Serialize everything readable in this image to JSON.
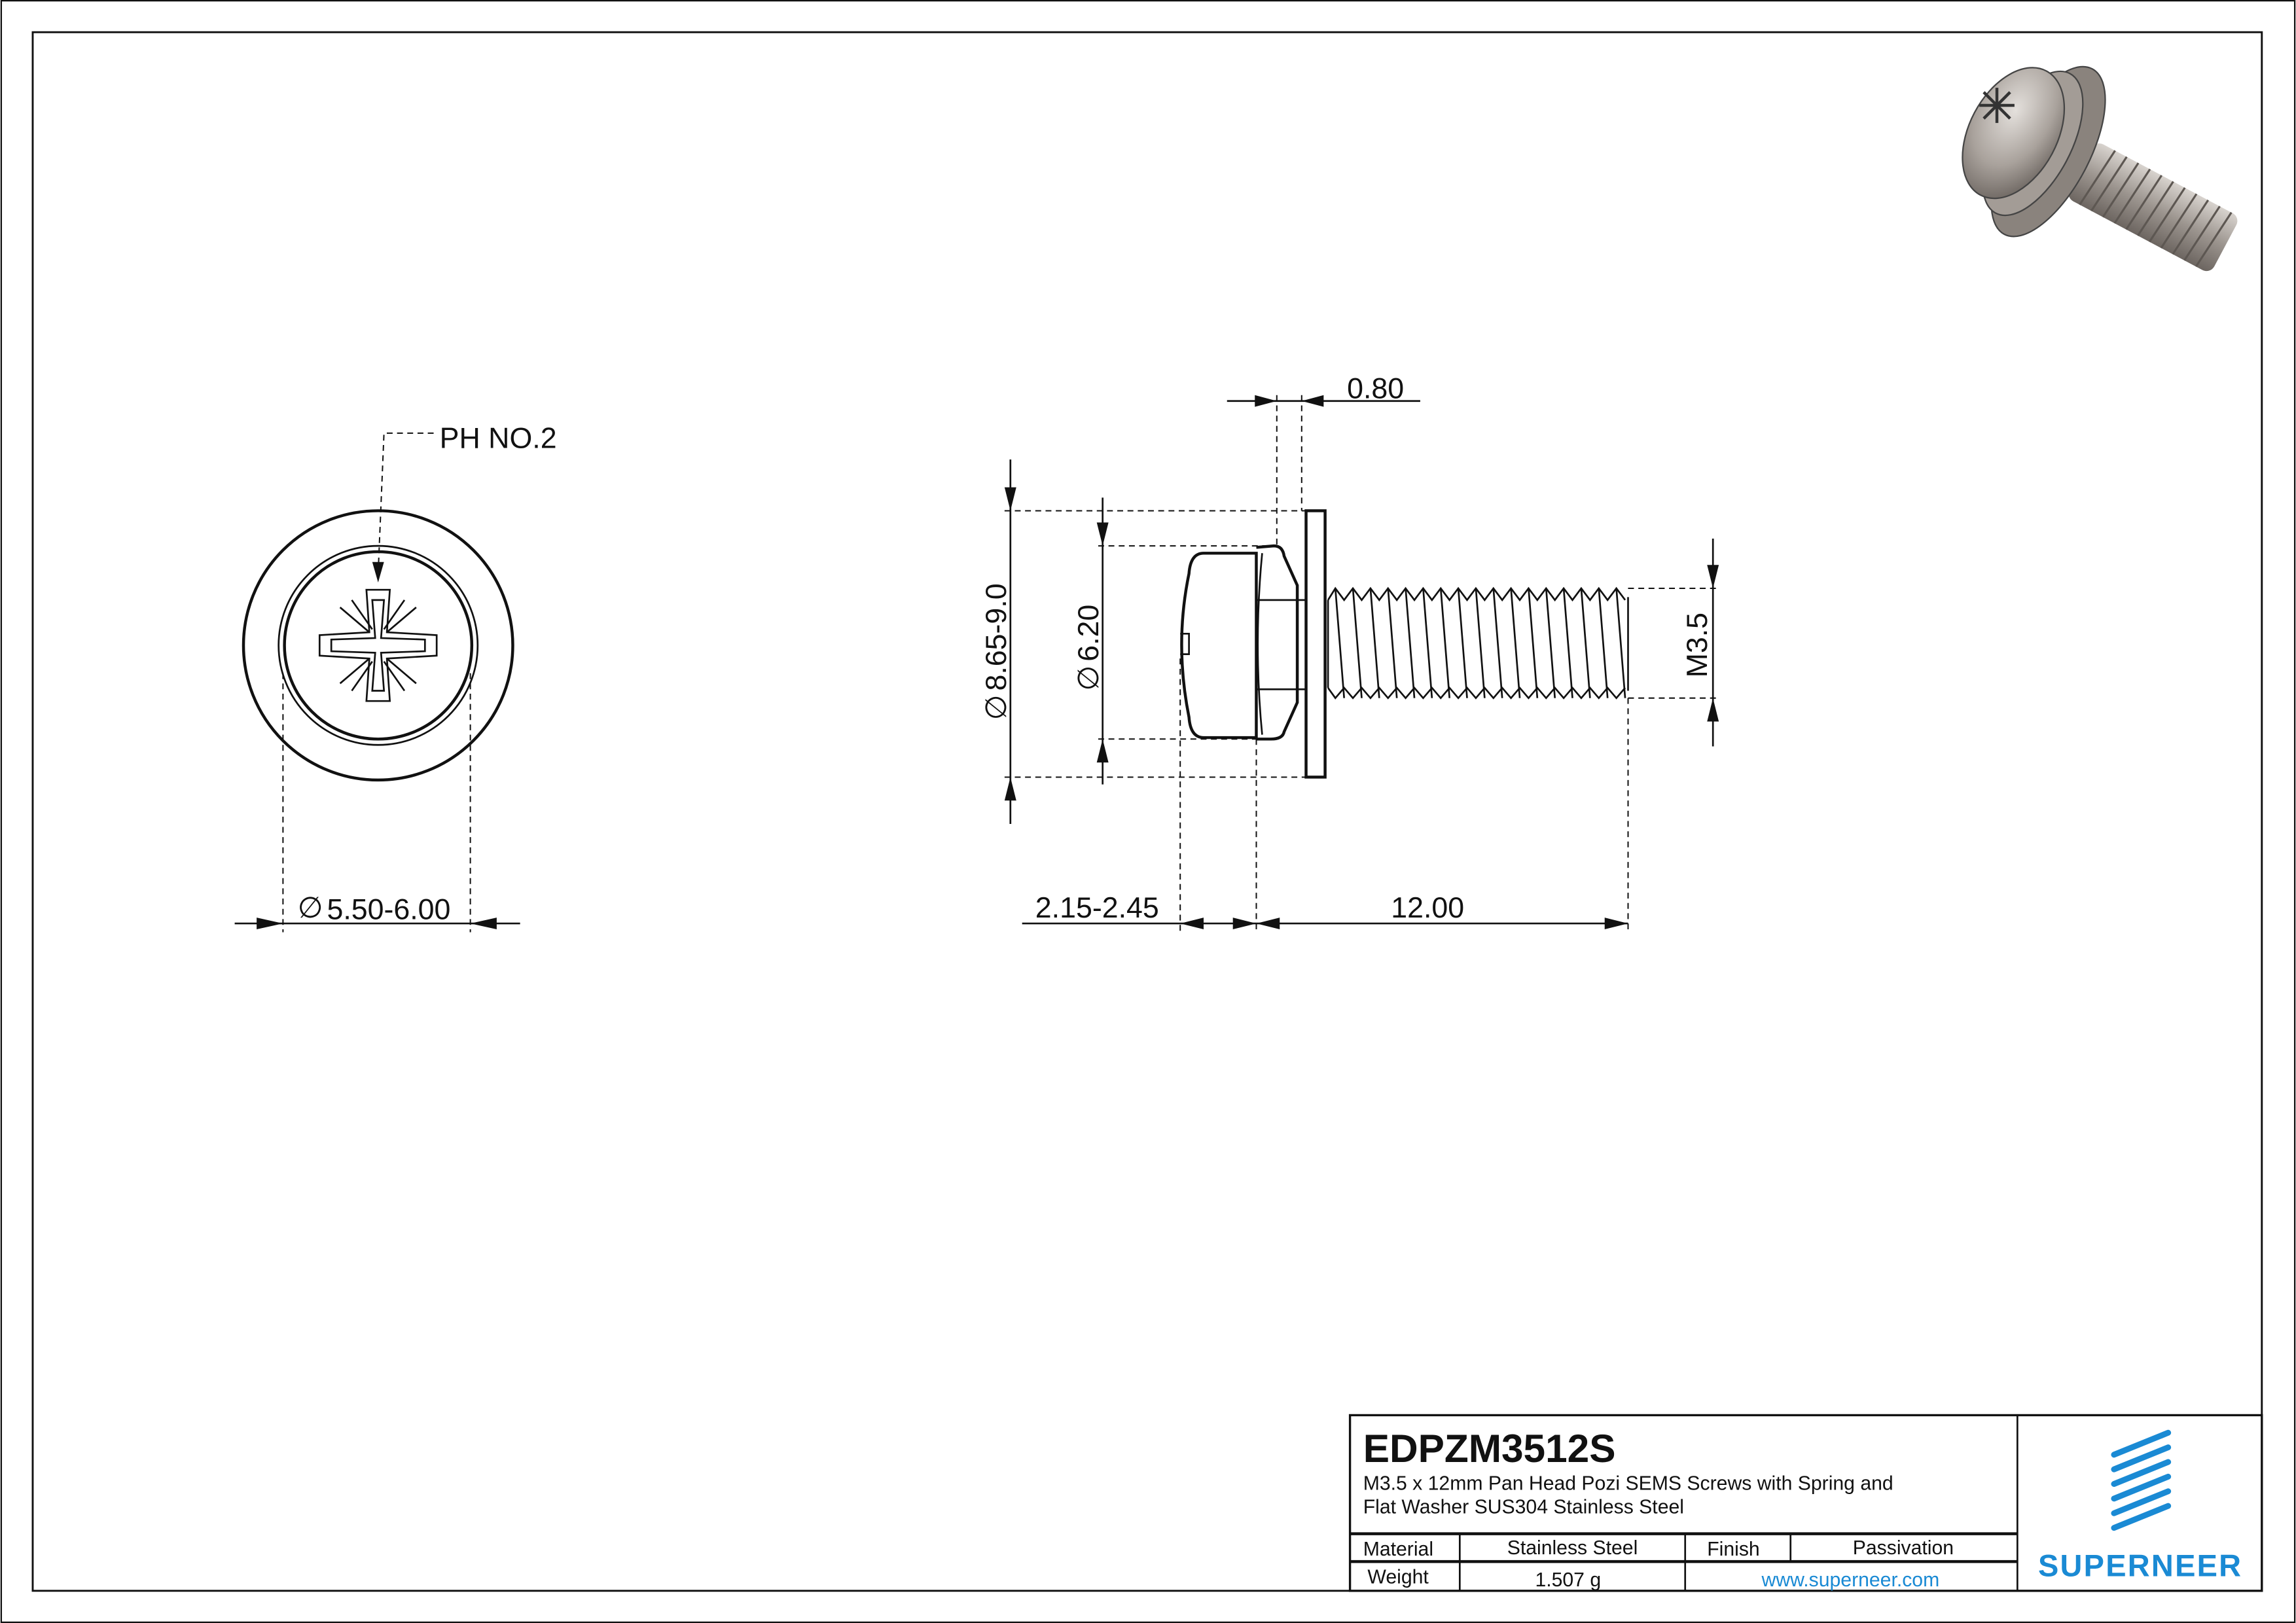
{
  "drawing": {
    "front_view": {
      "drive_label": "PH NO.2",
      "diameter_dim": "5.50-6.00",
      "diameter_symbol": "∅"
    },
    "side_view": {
      "washer_thickness_dim": "0.80",
      "washer_diameter_dim": "8.65-9.0",
      "head_diameter_dim": "6.20",
      "thread_dim": "M3.5",
      "head_height_dim": "2.15-2.45",
      "length_dim": "12.00",
      "diameter_symbol": "∅"
    }
  },
  "title_block": {
    "part_number": "EDPZM3512S",
    "description_line1": "M3.5 x 12mm Pan Head Pozi SEMS Screws with Spring and",
    "description_line2": "Flat Washer SUS304 Stainless Steel",
    "material_label": "Material",
    "material_value": "Stainless Steel",
    "finish_label": "Finish",
    "finish_value": "Passivation",
    "weight_label": "Weight",
    "weight_value": "1.507 g",
    "website": "www.superneer.com",
    "brand": "SUPERNEER",
    "brand_color": "#1a8ad4"
  }
}
